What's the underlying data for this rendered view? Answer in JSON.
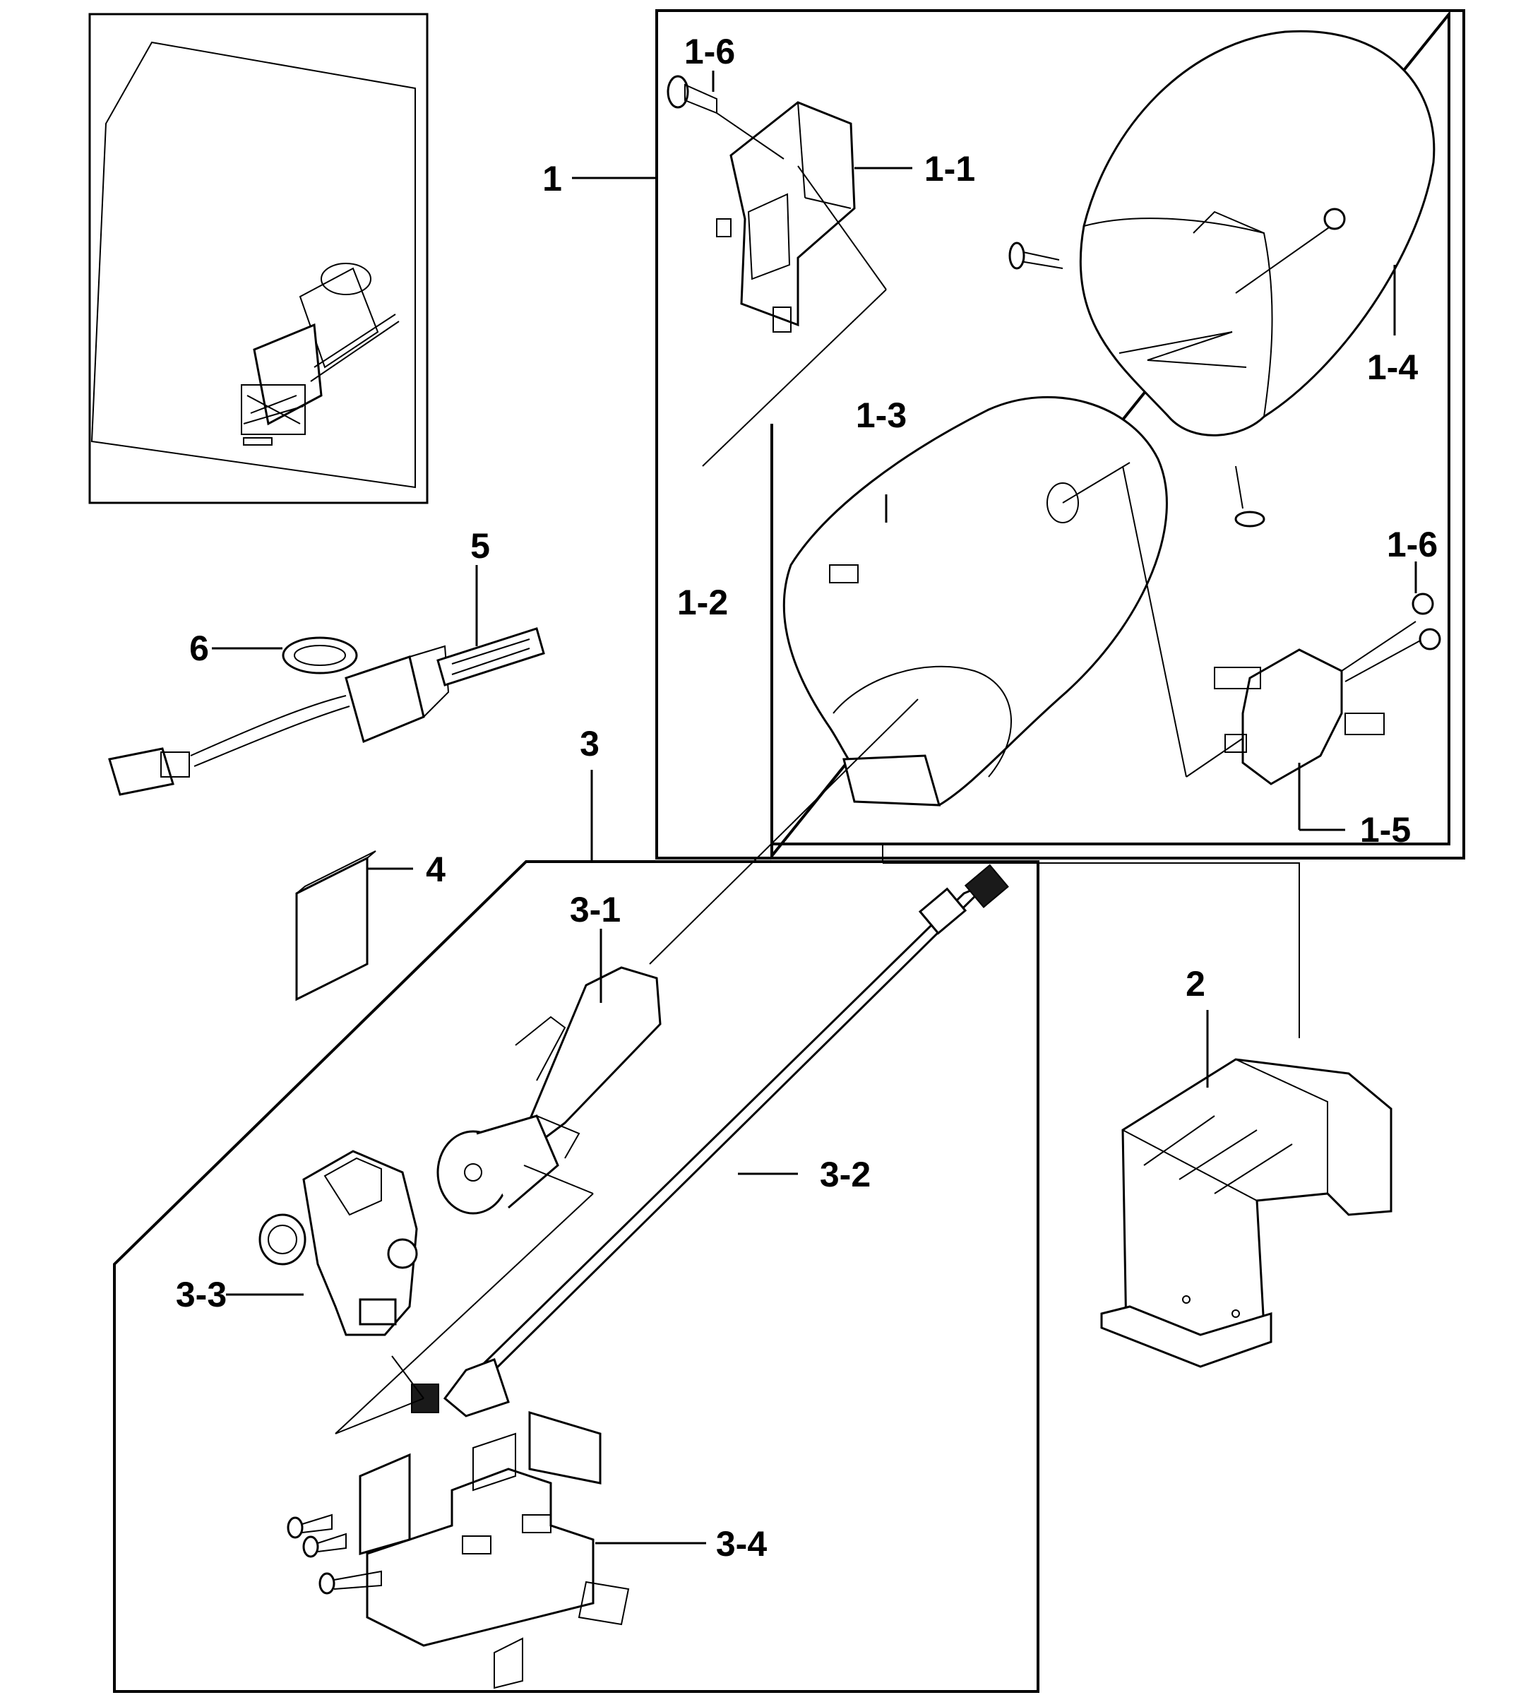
{
  "labels": {
    "p1": "1",
    "p1_1": "1-1",
    "p1_2": "1-2",
    "p1_3": "1-3",
    "p1_4": "1-4",
    "p1_5": "1-5",
    "p1_6a": "1-6",
    "p1_6b": "1-6",
    "p2": "2",
    "p3": "3",
    "p3_1": "3-1",
    "p3_2": "3-2",
    "p3_3": "3-3",
    "p3_4": "3-4",
    "p4": "4",
    "p5": "5",
    "p6": "6"
  }
}
